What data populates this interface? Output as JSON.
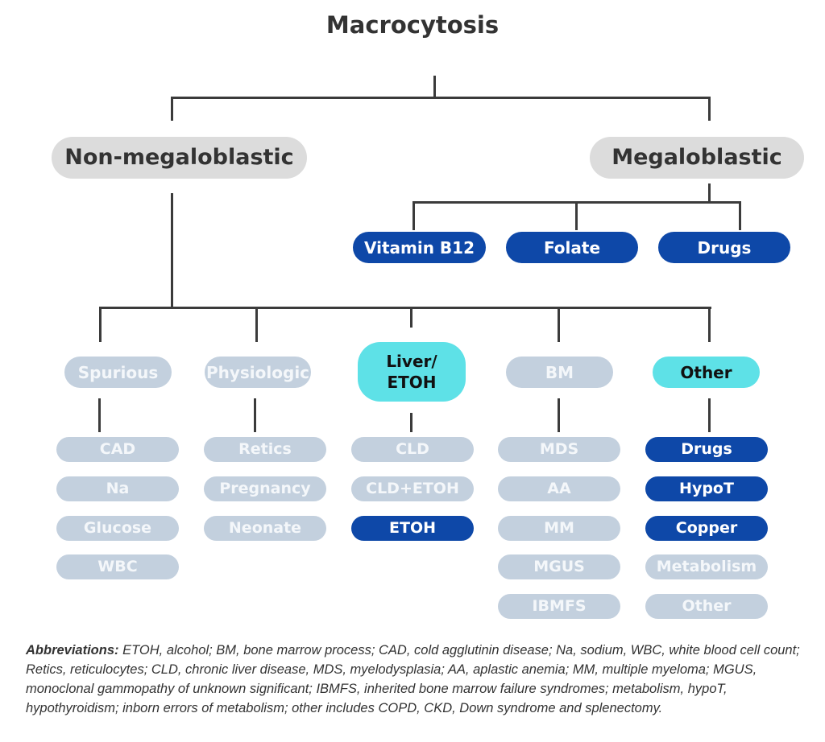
{
  "title": "Macrocytosis",
  "colors": {
    "root_gray": "#dcdcdc",
    "dark_blue": "#0e48a8",
    "cyan": "#5ee1e7",
    "pale_blue": "#c3d0de",
    "line": "#3b3b3b"
  },
  "non_megaloblastic": {
    "label": "Non-megaloblastic",
    "spurious": {
      "label": "Spurious",
      "items": [
        "CAD",
        "Na",
        "Glucose",
        "WBC"
      ]
    },
    "physiologic": {
      "label": "Physiologic",
      "items": [
        "Retics",
        "Pregnancy",
        "Neonate"
      ]
    },
    "liver": {
      "label_line1": "Liver/",
      "label_line2": "ETOH",
      "items": [
        "CLD",
        "CLD+ETOH",
        "ETOH"
      ]
    },
    "bm": {
      "label": "BM",
      "items": [
        "MDS",
        "AA",
        "MM",
        "MGUS",
        "IBMFS"
      ]
    },
    "other": {
      "label": "Other",
      "items": [
        "Drugs",
        "HypoT",
        "Copper",
        "Metabolism",
        "Other"
      ]
    }
  },
  "megaloblastic": {
    "label": "Megaloblastic",
    "items": [
      "Vitamin B12",
      "Folate",
      "Drugs"
    ]
  },
  "abbreviations": {
    "heading": "Abbreviations:",
    "text": " ETOH, alcohol; BM, bone marrow process; CAD, cold agglutinin disease; Na, sodium, WBC, white blood cell count; Retics, reticulocytes; CLD, chronic liver disease, MDS, myelodysplasia; AA, aplastic anemia; MM, multiple myeloma; MGUS, monoclonal gammopathy of unknown significant; IBMFS, inherited bone marrow failure syndromes; metabolism, hypoT, hypothyroidism; inborn errors of metabolism; other includes COPD, CKD, Down syndrome and splenectomy."
  }
}
